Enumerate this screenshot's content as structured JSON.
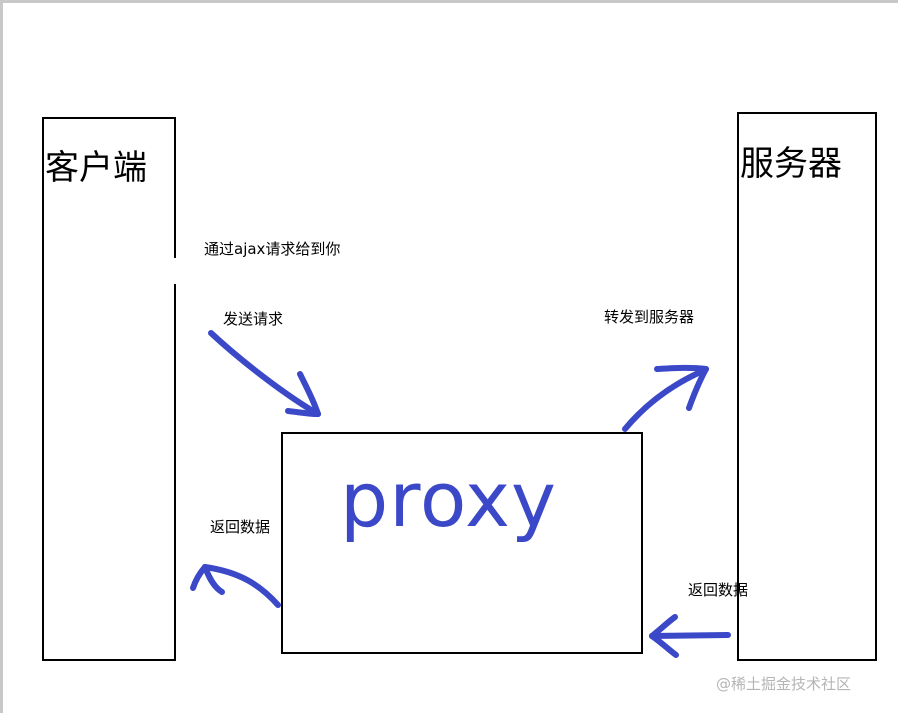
{
  "client": {
    "title": "客户端"
  },
  "server": {
    "title": "服务器"
  },
  "proxy": {
    "title": "proxy"
  },
  "labels": {
    "ajax": "通过ajax请求给到你",
    "send": "发送请求",
    "forward": "转发到服务器",
    "return_left": "返回数据",
    "return_right": "返回数据"
  },
  "watermark": "@稀土掘金技术社区",
  "colors": {
    "arrow": "#3b48c8",
    "border": "#000000"
  }
}
